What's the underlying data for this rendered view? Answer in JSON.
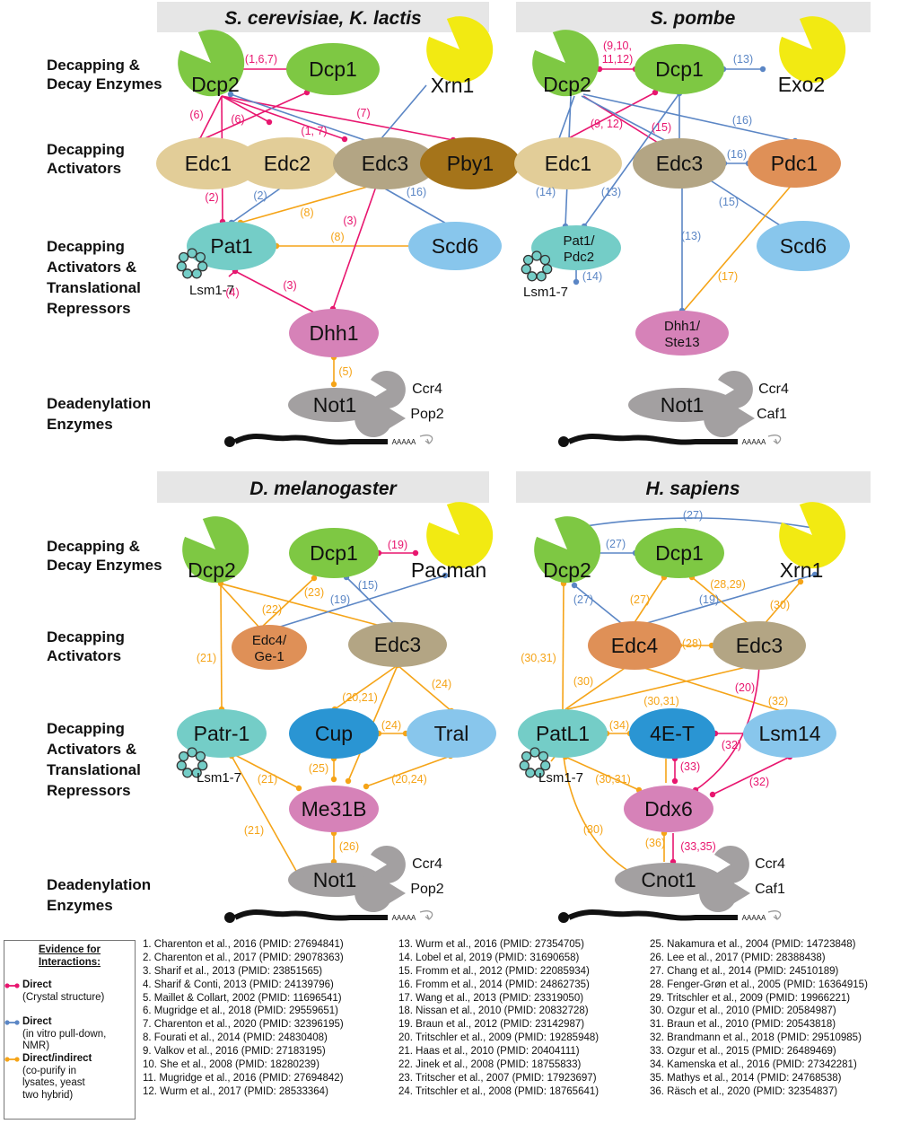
{
  "colors": {
    "direct_crystal": "#e8166f",
    "direct_invitro": "#5b86c5",
    "indirect": "#f5a418",
    "dcp2": "#7ec843",
    "xrn1": "#f2ea12",
    "edc_tan": "#e2cd98",
    "edc3": "#b3a584",
    "pby1": "#a5741a",
    "pat1": "#74cdc7",
    "scd6": "#88c6ec",
    "dhh1": "#d682b8",
    "not1": "#a3a0a1",
    "pdc1": "#df9057",
    "cup": "#2a95d3",
    "grey_band": "#e6e6e6"
  },
  "row_labels": {
    "decapping_decay": [
      "Decapping &",
      "Decay Enzymes"
    ],
    "activators": [
      "Decapping",
      "Activators"
    ],
    "activators_repressors": [
      "Decapping",
      "Activators &",
      "Translational",
      "Repressors"
    ],
    "deadenylation": [
      "Deadenylation",
      "Enzymes"
    ]
  },
  "panels": {
    "yeast": {
      "title": "S. cerevisiae, K. lactis",
      "nodes": {
        "dcp2": "Dcp2",
        "dcp1": "Dcp1",
        "xrn1": "Xrn1",
        "edc1": "Edc1",
        "edc2": "Edc2",
        "edc3": "Edc3",
        "pby1": "Pby1",
        "pat1": "Pat1",
        "scd6": "Scd6",
        "lsm": "Lsm1-7",
        "dhh1": "Dhh1",
        "not1": "Not1",
        "ccr4": "Ccr4",
        "pop2": "Pop2",
        "polya": "AAAAA"
      },
      "edge_labels": {
        "e1": "(1,6,7)",
        "e6a": "(6)",
        "e6b": "(6)",
        "e17": "(1, 7)",
        "e7": "(7)",
        "e2a": "(2)",
        "e2b": "(2)",
        "e16": "(16)",
        "e8a": "(8)",
        "e8b": "(8)",
        "e4": "(4)",
        "e3a": "(3)",
        "e3b": "(3)",
        "e5": "(5)"
      }
    },
    "pombe": {
      "title": "S. pombe",
      "nodes": {
        "dcp2": "Dcp2",
        "dcp1": "Dcp1",
        "exo2": "Exo2",
        "edc1": "Edc1",
        "edc3": "Edc3",
        "pdc1": "Pdc1",
        "pat1": [
          "Pat1/",
          "Pdc2"
        ],
        "scd6": "Scd6",
        "lsm": "Lsm1-7",
        "dhh1": [
          "Dhh1/",
          "Ste13"
        ],
        "not1": "Not1",
        "ccr4": "Ccr4",
        "caf1": "Caf1",
        "polya": "AAAAA"
      },
      "edge_labels": {
        "e9": [
          "(9,10,",
          "11,12)"
        ],
        "e13a": "(13)",
        "e912": "(9, 12)",
        "e15a": "(15)",
        "e16a": "(16)",
        "e16b": "(16)",
        "e14a": "(14)",
        "e13b": "(13)",
        "e15b": "(15)",
        "e13c": "(13)",
        "e14b": "(14)",
        "e17": "(17)"
      }
    },
    "fly": {
      "title": "D. melanogaster",
      "nodes": {
        "dcp2": "Dcp2",
        "dcp1": "Dcp1",
        "pacman": "Pacman",
        "edc4": [
          "Edc4/",
          "Ge-1"
        ],
        "edc3": "Edc3",
        "patr1": "Patr-1",
        "cup": "Cup",
        "tral": "Tral",
        "lsm": "Lsm1-7",
        "me31b": "Me31B",
        "not1": "Not1",
        "ccr4": "Ccr4",
        "pop2": "Pop2",
        "polya": "AAAAA"
      },
      "edge_labels": {
        "e19a": "(19)",
        "e23": "(23)",
        "e19b": "(19)",
        "e15": "(15)",
        "e22": "(22)",
        "e21a": "(21)",
        "e2021": "(20,21)",
        "e24a": "(24)",
        "e24b": "(24)",
        "e21b": "(21)",
        "e25": "(25)",
        "e2024": "(20,24)",
        "e21c": "(21)",
        "e26": "(26)"
      }
    },
    "human": {
      "title": "H. sapiens",
      "nodes": {
        "dcp2": "Dcp2",
        "dcp1": "Dcp1",
        "xrn1": "Xrn1",
        "edc4": "Edc4",
        "edc3": "Edc3",
        "patl1": "PatL1",
        "e4t": "4E-T",
        "lsm14": "Lsm14",
        "lsm": "Lsm1-7",
        "ddx6": "Ddx6",
        "cnot1": "Cnot1",
        "ccr4": "Ccr4",
        "caf1": "Caf1",
        "polya": "AAAAA"
      },
      "edge_labels": {
        "e27a": "(27)",
        "e27b": "(27)",
        "e27c": "(27)",
        "e27d": "(27)",
        "e19": "(19)",
        "e2829": "(28,29)",
        "e30a": "(30)",
        "e3031a": "(30,31)",
        "e28": "(28)",
        "e30b": "(30)",
        "e3031b": "(30,31)",
        "e20": "(20)",
        "e32a": "(32)",
        "e34": "(34)",
        "e32b": "(32)",
        "e33": "(33)",
        "e3031c": "(30,31)",
        "e32c": "(32)",
        "e30c": "(30)",
        "e36": "(36)",
        "e3335": "(33,35)"
      }
    }
  },
  "legend": {
    "title": [
      "Evidence for",
      "Interactions:"
    ],
    "items": [
      {
        "bold": "Direct",
        "text": [
          "(Crystal structure)"
        ]
      },
      {
        "bold": "Direct",
        "text": [
          "(in vitro pull-down,",
          "NMR)"
        ]
      },
      {
        "bold": "Direct/indirect",
        "text": [
          "(co-purify in",
          "lysates, yeast",
          "two hybrid)"
        ]
      }
    ]
  },
  "references": [
    "1. Charenton et al., 2016 (PMID: 27694841)",
    "2. Charenton et al., 2017 (PMID: 29078363)",
    "3. Sharif et al., 2013 (PMID: 23851565)",
    "4. Sharif & Conti, 2013 (PMID: 24139796)",
    "5. Maillet & Collart, 2002 (PMID: 11696541)",
    "6. Mugridge et al., 2018 (PMID: 29559651)",
    "7. Charenton et al., 2020 (PMID: 32396195)",
    "8. Fourati et al., 2014 (PMID: 24830408)",
    "9. Valkov et al., 2016 (PMID: 27183195)",
    "10. She et al., 2008 (PMID: 18280239)",
    "11. Mugridge et al., 2016 (PMID: 27694842)",
    "12. Wurm et al., 2017 (PMID: 28533364)",
    "13. Wurm et al., 2016 (PMID: 27354705)",
    "14. Lobel et al, 2019 (PMID: 31690658)",
    "15. Fromm et al., 2012 (PMID: 22085934)",
    "16. Fromm et al., 2014 (PMID: 24862735)",
    "17. Wang et al., 2013 (PMID: 23319050)",
    "18. Nissan et al., 2010 (PMID: 20832728)",
    "19. Braun et al., 2012 (PMID: 23142987)",
    "20. Tritschler et al., 2009 (PMID: 19285948)",
    "21. Haas et al., 2010 (PMID: 20404111)",
    "22. Jinek et al., 2008 (PMID: 18755833)",
    "23. Tritscher et al., 2007 (PMID: 17923697)",
    "24. Tritschler et al., 2008 (PMID: 18765641)",
    "25. Nakamura et al., 2004 (PMID: 14723848)",
    "26. Lee et al., 2017 (PMID: 28388438)",
    "27. Chang et al., 2014 (PMID: 24510189)",
    "28. Fenger-Grøn et al., 2005 (PMID: 16364915)",
    "29. Tritschler et al., 2009 (PMID: 19966221)",
    "30. Ozgur et al., 2010 (PMID: 20584987)",
    "31. Braun et al., 2010 (PMID: 20543818)",
    "32. Brandmann et al., 2018 (PMID: 29510985)",
    "33. Ozgur et al., 2015 (PMID: 26489469)",
    "34. Kamenska et al., 2016 (PMID: 27342281)",
    "35. Mathys et al., 2014 (PMID: 24768538)",
    "36. Räsch et al., 2020 (PMID: 32354837)"
  ]
}
